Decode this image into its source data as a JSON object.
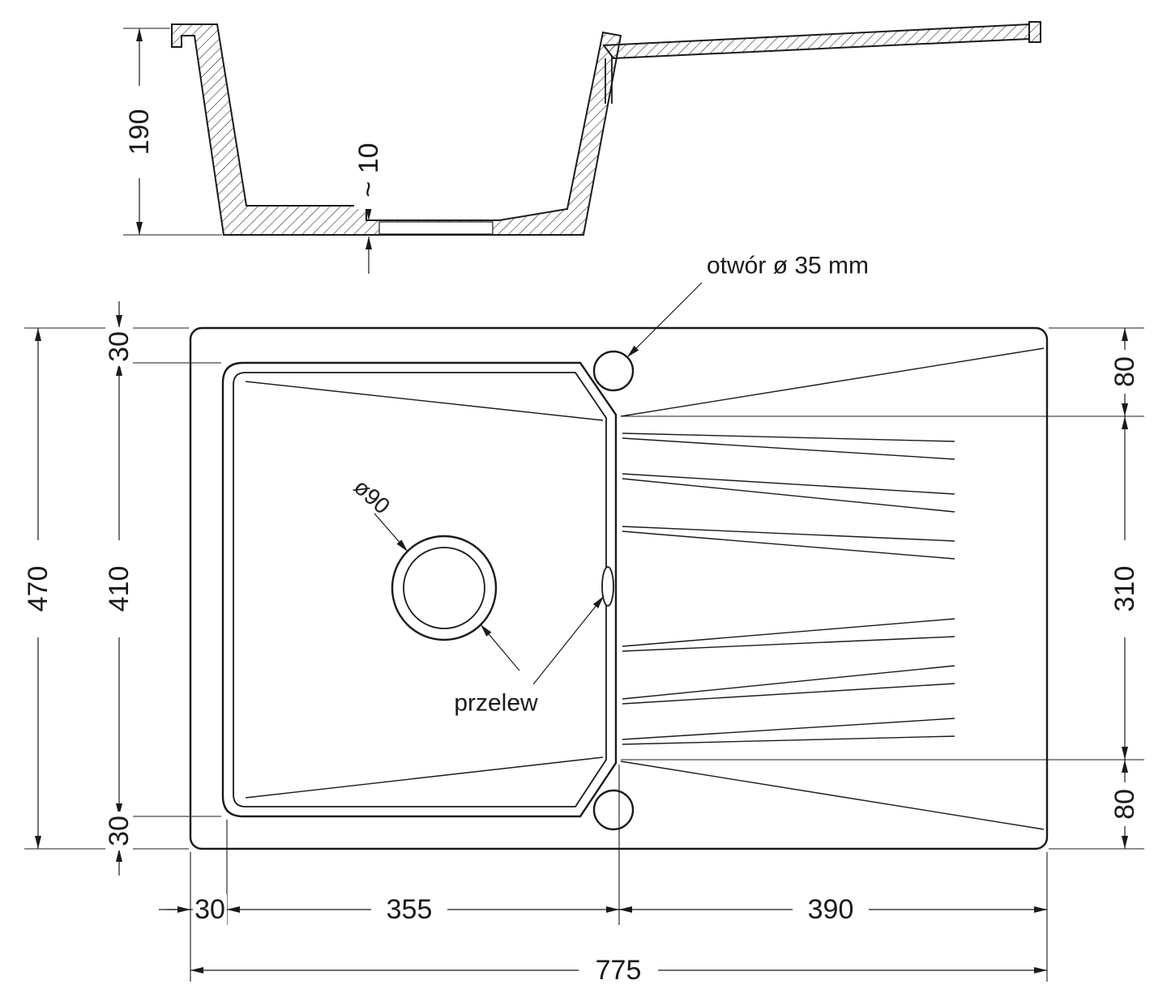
{
  "section": {
    "depth": "190",
    "thickness": "~ 10"
  },
  "labels": {
    "tap_hole": "otwór ø 35 mm",
    "overflow": "przelew",
    "drain_diameter": "ø90"
  },
  "dims": {
    "overall_height": "470",
    "bowl_height": "410",
    "margin_top": "30",
    "margin_bottom": "30",
    "drainer_offset_top": "80",
    "drainer_height": "310",
    "drainer_offset_bottom": "80",
    "margin_left": "30",
    "bowl_width": "355",
    "drainer_width": "390",
    "overall_width": "775"
  }
}
